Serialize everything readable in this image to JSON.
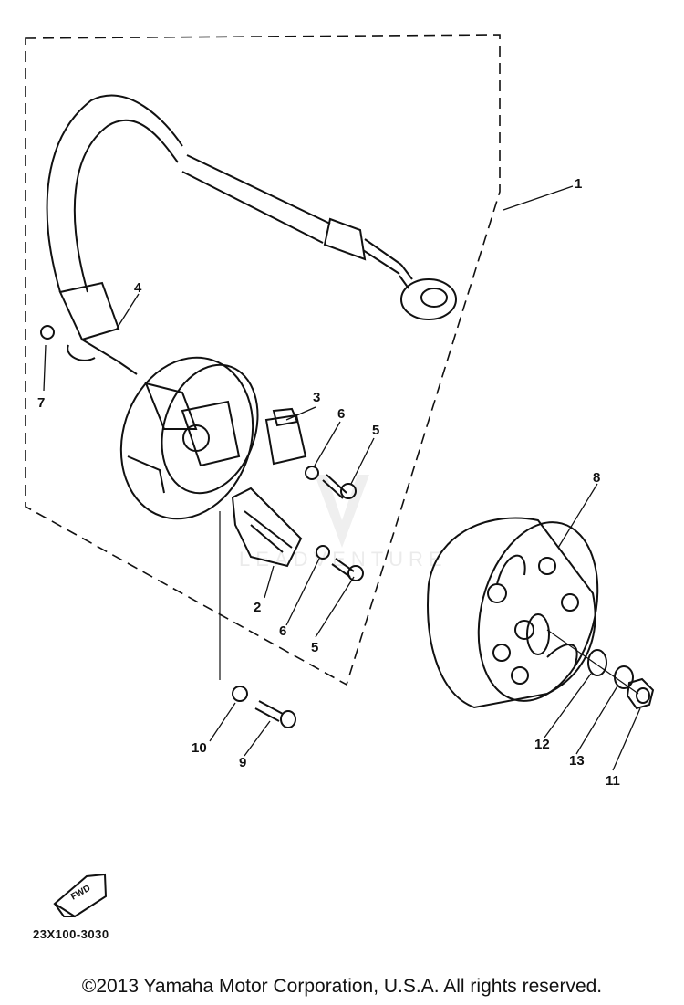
{
  "callouts": [
    "1",
    "2",
    "3",
    "4",
    "5",
    "5",
    "6",
    "6",
    "7",
    "8",
    "9",
    "10",
    "11",
    "12",
    "13"
  ],
  "fwd_label": "FWD",
  "diagram_code": "23X100-3030",
  "watermark": "LEADVENTURE",
  "copyright": "©2013 Yamaha Motor Corporation, U.S.A. All rights reserved."
}
